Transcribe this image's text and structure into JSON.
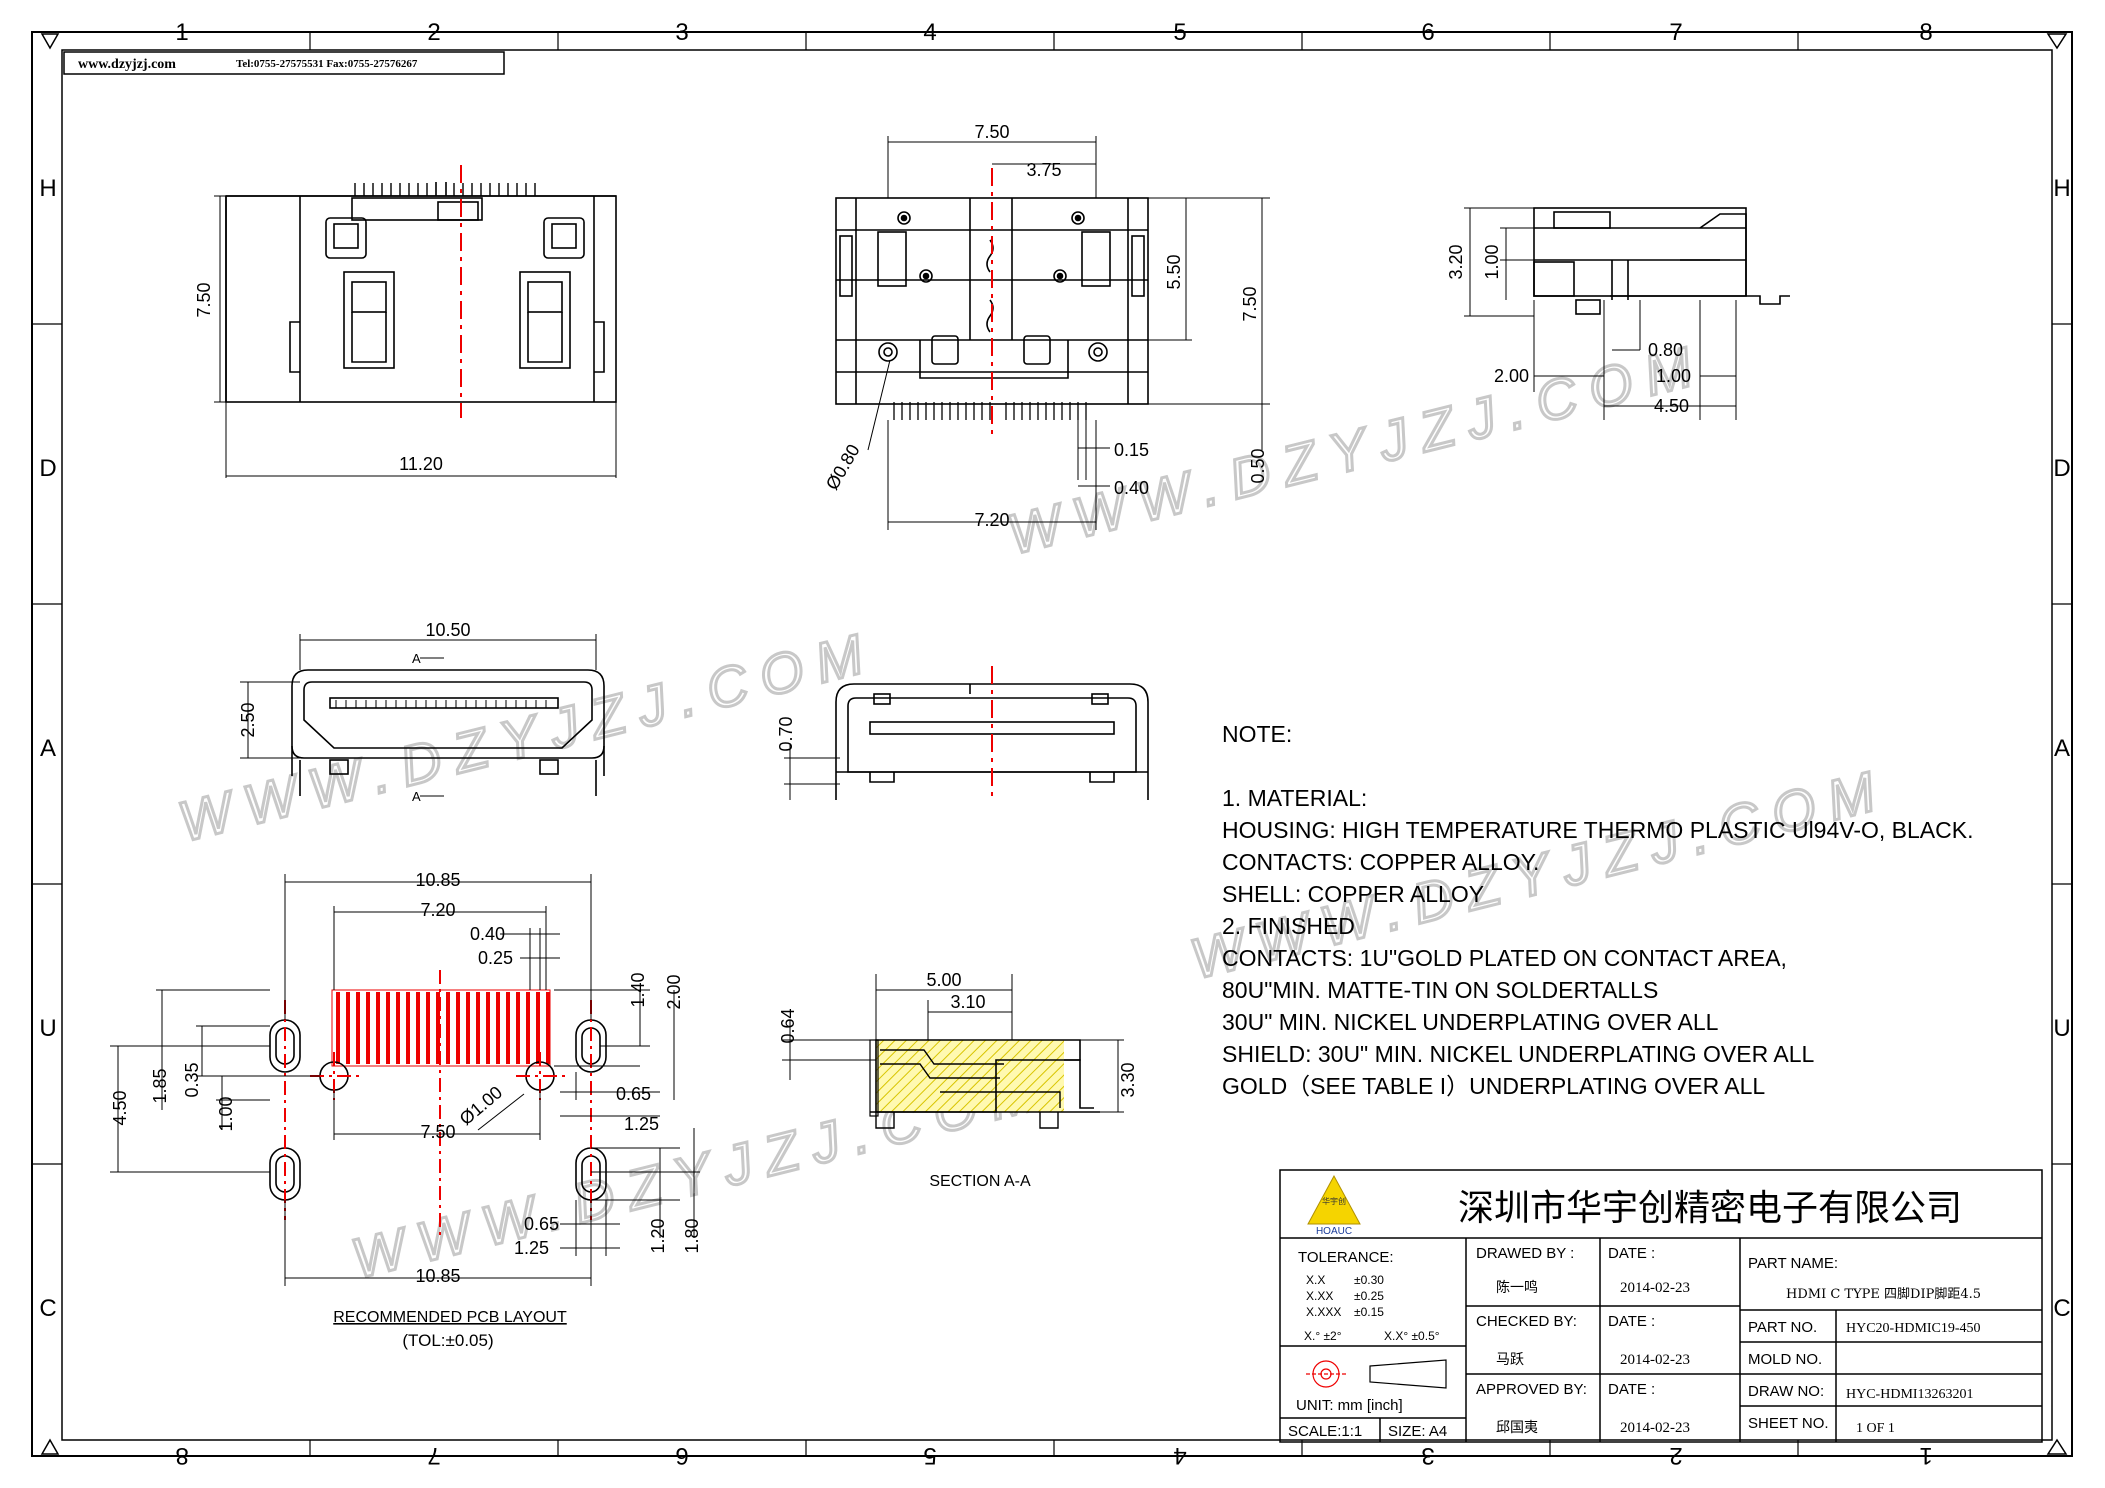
{
  "border": {
    "top_labels": [
      "1",
      "2",
      "3",
      "4",
      "5",
      "6",
      "7",
      "8"
    ],
    "bottom_labels": [
      "8",
      "7",
      "6",
      "5",
      "4",
      "3",
      "2",
      "1"
    ],
    "side_labels": [
      "H",
      "D",
      "A",
      "U",
      "C"
    ]
  },
  "header_box": {
    "site": "www.dzyjzj.com",
    "contact": "Tel:0755-27575531  Fax:0755-27576267"
  },
  "watermark": "WWW.DZYJZJ.COM",
  "views": {
    "top_left": {
      "dims": [
        "7.50",
        "11.20"
      ]
    },
    "top_center": {
      "dims": [
        "7.50",
        "3.75",
        "5.50",
        "7.50",
        "Ø0.80",
        "0.15",
        "0.40",
        "0.50",
        "7.20"
      ]
    },
    "top_right": {
      "dims": [
        "3.20",
        "1.00",
        "0.80",
        "2.00",
        "1.00",
        "4.50"
      ]
    },
    "front": {
      "dims": [
        "10.50",
        "2.50"
      ],
      "section_marks": [
        "A",
        "A"
      ]
    },
    "middle": {
      "dims": [
        "0.70"
      ]
    },
    "pcb": {
      "dims": [
        "10.85",
        "7.20",
        "0.40",
        "0.25",
        "1.40",
        "2.00",
        "1.85",
        "0.35",
        "1.00",
        "4.50",
        "Ø1.00",
        "0.65",
        "1.25",
        "7.50",
        "0.65",
        "1.25",
        "1.20",
        "1.80",
        "10.85"
      ],
      "title": "RECOMMENDED  PCB  LAYOUT",
      "tolerance": "(TOL:±0.05)"
    },
    "section": {
      "dims": [
        "5.00",
        "3.10",
        "0.64",
        "3.30"
      ],
      "title": "SECTION A-A"
    }
  },
  "notes": [
    "NOTE:",
    "",
    "1. MATERIAL:",
    "    HOUSING: HIGH TEMPERATURE THERMO  PLASTIC Ul94V-O, BLACK.",
    "    CONTACTS: COPPER ALLOY.",
    "    SHELL: COPPER ALLOY",
    "2. FINISHED",
    "    CONTACTS: 1U\"GOLD PLATED ON CONTACT AREA,",
    "             80U\"MIN. MATTE-TIN  ON SOLDERTALLS",
    "            30U\" MIN. NICKEL UNDERPLATING OVER ALL",
    "     SHIELD: 30U\" MIN. NICKEL UNDERPLATING OVER ALL",
    "             GOLD（SEE TABLE I）UNDERPLATING OVER ALL"
  ],
  "title_block": {
    "company": "深圳市华宇创精密电子有限公司",
    "logo_text": "HOAUC",
    "logo_cn": "华宇创",
    "tolerance_label": "TOLERANCE:",
    "tolerances": [
      [
        "X.X",
        "±0.30"
      ],
      [
        "X.XX",
        "±0.25"
      ],
      [
        "X.XXX",
        "±0.15"
      ]
    ],
    "angle_tol": [
      "X.° ±2°",
      "X.X° ±0.5°"
    ],
    "unit": "UNIT:  mm  [inch]",
    "scale": "SCALE:1:1",
    "size": "SIZE: A4",
    "drawn_by_label": "DRAWED  BY :",
    "drawn_by": "陈一鸣",
    "checked_by_label": "CHECKED  BY:",
    "checked_by": "马跃",
    "approved_by_label": "APPROVED  BY:",
    "approved_by": "邱国夷",
    "date_label": "DATE  :",
    "dates": [
      "2014-02-23",
      "2014-02-23",
      "2014-02-23"
    ],
    "part_name_label": "PART  NAME:",
    "part_name": "HDMI  C  TYPE  四脚DIP脚距4.5",
    "part_no_label": "PART  NO.",
    "part_no": "HYC20-HDMIC19-450",
    "mold_no_label": "MOLD  NO.",
    "mold_no": "",
    "draw_no_label": "DRAW  NO:",
    "draw_no": "HYC-HDMI13263201",
    "sheet_no_label": "SHEET  NO.",
    "sheet_no": "1  OF  1"
  }
}
